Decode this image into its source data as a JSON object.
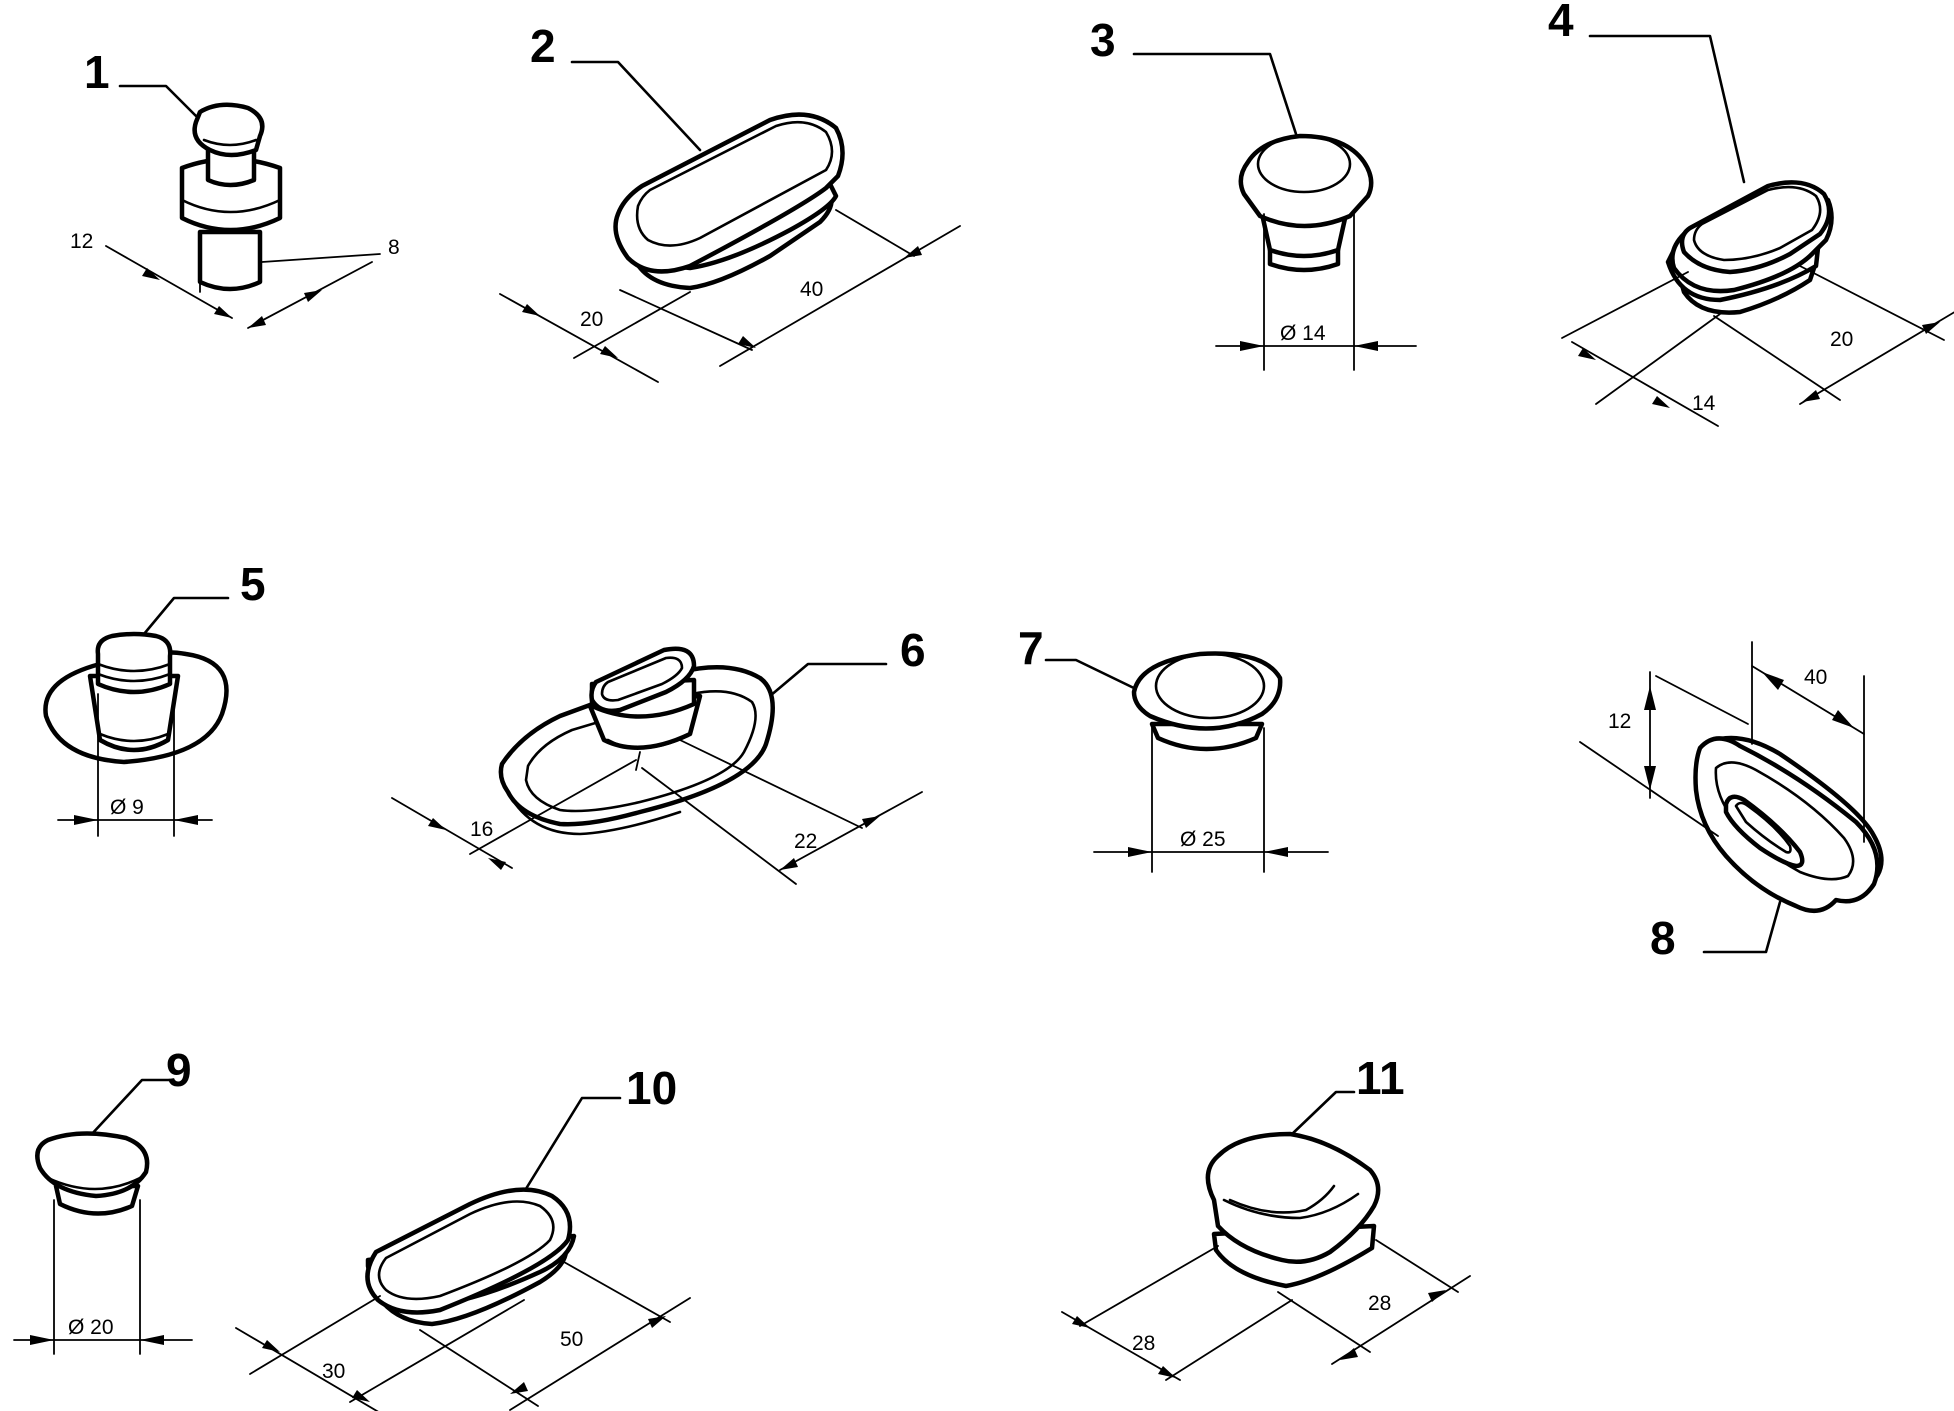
{
  "parts": [
    {
      "id": "part-1",
      "number": "1",
      "dims": [
        "12",
        "8"
      ]
    },
    {
      "id": "part-2",
      "number": "2",
      "dims": [
        "20",
        "40"
      ]
    },
    {
      "id": "part-3",
      "number": "3",
      "dims": [
        "Ø 14"
      ]
    },
    {
      "id": "part-4",
      "number": "4",
      "dims": [
        "14",
        "20"
      ]
    },
    {
      "id": "part-5",
      "number": "5",
      "dims": [
        "Ø 9"
      ]
    },
    {
      "id": "part-6",
      "number": "6",
      "dims": [
        "16",
        "22"
      ]
    },
    {
      "id": "part-7",
      "number": "7",
      "dims": [
        "Ø 25"
      ]
    },
    {
      "id": "part-8",
      "number": "8",
      "dims": [
        "12",
        "40"
      ]
    },
    {
      "id": "part-9",
      "number": "9",
      "dims": [
        "Ø 20"
      ]
    },
    {
      "id": "part-10",
      "number": "10",
      "dims": [
        "30",
        "50"
      ]
    },
    {
      "id": "part-11",
      "number": "11",
      "dims": [
        "28",
        "28"
      ]
    }
  ]
}
